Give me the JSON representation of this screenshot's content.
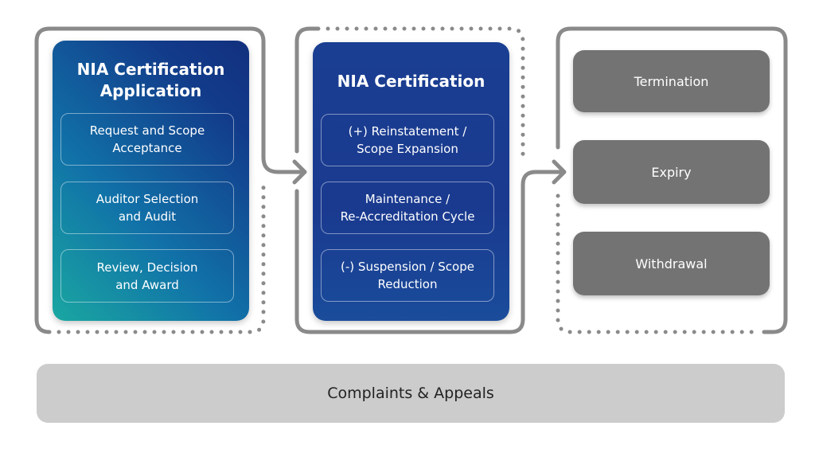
{
  "stages": {
    "application": {
      "title": [
        "NIA Certification",
        "Application"
      ],
      "steps": [
        [
          "Request and Scope",
          "Acceptance"
        ],
        [
          "Auditor Selection",
          "and Audit"
        ],
        [
          "Review, Decision",
          "and Award"
        ]
      ]
    },
    "certification": {
      "title": [
        "NIA Certification"
      ],
      "steps": [
        [
          "(+) Reinstatement /",
          "Scope Expansion"
        ],
        [
          "Maintenance /",
          "Re-Accreditation Cycle"
        ],
        [
          "(-) Suspension / Scope",
          "Reduction"
        ]
      ]
    },
    "outcomes": [
      "Termination",
      "Expiry",
      "Withdrawal"
    ]
  },
  "footer": {
    "label": "Complaints & Appeals"
  },
  "colors": {
    "application_gradient": [
      "#1aa7a1",
      "#12307e"
    ],
    "certification_fill": "#1a3a8f",
    "outcome_fill": "#737373",
    "footer_fill": "#cccccc",
    "connector": "#8a8a8a"
  }
}
